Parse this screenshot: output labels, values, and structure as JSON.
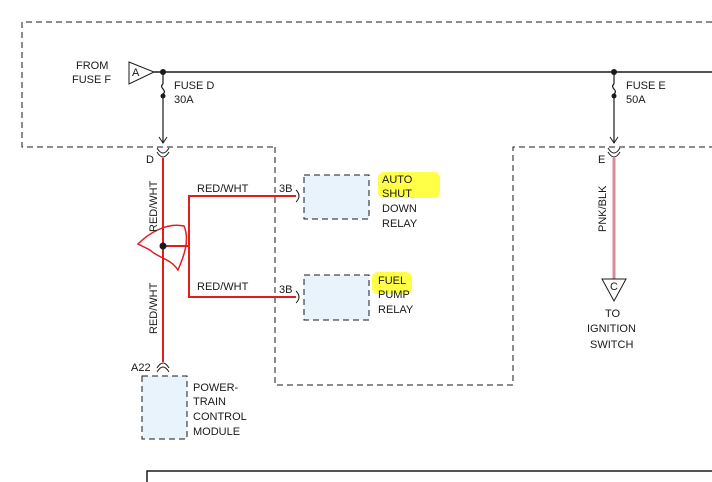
{
  "diagram": {
    "source": {
      "label_line1": "FROM",
      "label_line2": "FUSE F",
      "connector": "A"
    },
    "fuse_d": {
      "name": "FUSE D",
      "rating": "30A"
    },
    "fuse_e": {
      "name": "FUSE E",
      "rating": "50A"
    },
    "pins": {
      "d": "D",
      "e": "E",
      "a22": "A22",
      "asd_pin": "3B",
      "fuel_pin": "3B"
    },
    "wires": {
      "main_vertical_upper": "RED/WHT",
      "main_vertical_lower": "RED/WHT",
      "to_asd": "RED/WHT",
      "to_fuel": "RED/WHT",
      "to_ignition": "PNK/BLK"
    },
    "components": {
      "asd_relay": [
        "AUTO",
        "SHUT",
        "DOWN",
        "RELAY"
      ],
      "fuel_pump_relay": [
        "FUEL",
        "PUMP",
        "RELAY"
      ],
      "pcm": [
        "POWER-",
        "TRAIN",
        "CONTROL",
        "MODULE"
      ]
    },
    "ignition": {
      "connector": "C",
      "label_line1": "TO",
      "label_line2": "IGNITION",
      "label_line3": "SWITCH"
    },
    "colors": {
      "wire_red": "#e11d1d",
      "wire_pink": "#d98a98",
      "highlight": "#ffff33",
      "component_fill": "#e8f3fb",
      "line": "#1a1a1a",
      "annotation": "#e11d1d"
    }
  }
}
